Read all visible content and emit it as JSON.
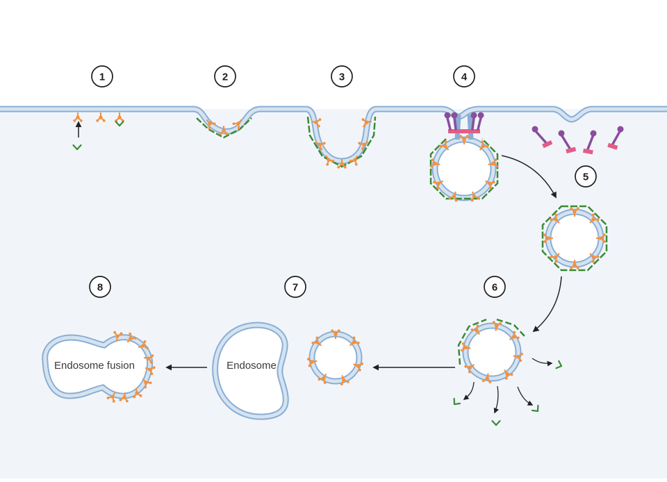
{
  "steps": [
    "1",
    "2",
    "3",
    "4",
    "5",
    "6",
    "7",
    "8"
  ],
  "labels": {
    "endosome": "Endosome",
    "endosome_fusion": "Endosome fusion"
  },
  "colors": {
    "cytoplasm": "#f1f5fa",
    "membrane_outline": "#8aaed3",
    "membrane_fill": "#d5e3f1",
    "receptor": "#f3913f",
    "clathrin": "#3b8a34",
    "dynamin": "#8a4d9c",
    "dynamin_base": "#e45c86",
    "arrow": "#222222"
  }
}
